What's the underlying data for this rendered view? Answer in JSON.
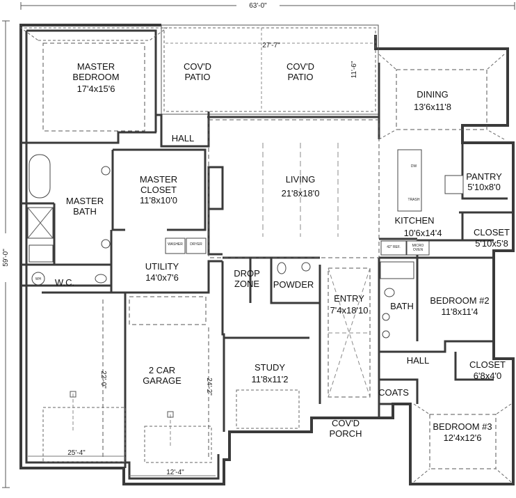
{
  "plan": {
    "overall_width": "63'-0\"",
    "overall_depth": "59'-0\""
  },
  "rooms": {
    "master_bedroom": {
      "name": "MASTER\nBEDROOM",
      "size": "17'4x15'6"
    },
    "covd_patio_left": {
      "name": "COV'D\nPATIO"
    },
    "covd_patio_right": {
      "name": "COV'D\nPATIO"
    },
    "dining": {
      "name": "DINING",
      "size": "13'6x11'8"
    },
    "hall_upper": {
      "name": "HALL"
    },
    "master_closet": {
      "name": "MASTER\nCLOSET",
      "size": "11'8x10'0"
    },
    "master_bath": {
      "name": "MASTER\nBATH"
    },
    "living": {
      "name": "LIVING",
      "size": "21'8x18'0"
    },
    "pantry": {
      "name": "PANTRY",
      "size": "5'10x8'0"
    },
    "kitchen": {
      "name": "KITCHEN",
      "size": "10'6x14'4"
    },
    "closet_right": {
      "name": "CLOSET",
      "size": "5'10x5'8"
    },
    "utility": {
      "name": "UTILITY",
      "size": "14'0x7'6"
    },
    "drop_zone": {
      "name": "DROP\nZONE"
    },
    "powder": {
      "name": "POWDER"
    },
    "wc": {
      "name": "W.C."
    },
    "entry": {
      "name": "ENTRY",
      "size": "7'4x18'10"
    },
    "bath": {
      "name": "BATH"
    },
    "bedroom2": {
      "name": "BEDROOM #2",
      "size": "11'8x11'4"
    },
    "hall_lower": {
      "name": "HALL"
    },
    "closet_lower": {
      "name": "CLOSET",
      "size": "6'8x4'0"
    },
    "study": {
      "name": "STUDY",
      "size": "11'8x11'2"
    },
    "garage": {
      "name": "2 CAR\nGARAGE"
    },
    "coats": {
      "name": "COATS"
    },
    "covd_porch": {
      "name": "COV'D\nPORCH"
    },
    "bedroom3": {
      "name": "BEDROOM #3",
      "size": "12'4x12'6"
    }
  },
  "dimensions": {
    "patio_width": "27'-7\"",
    "patio_depth": "11'-6\"",
    "garage_depth_left": "22'-0\"",
    "garage_depth_right": "24'-2\"",
    "garage_width": "25'-4\"",
    "garage_door_width": "12'-4\""
  },
  "fixture_labels": {
    "washer": "WASHER",
    "dryer": "DRYER",
    "ref": "42\" REF.",
    "micro_oven": "MICRO\nOVEN",
    "dw": "DW",
    "trash": "TRASH",
    "wh": "WH"
  }
}
